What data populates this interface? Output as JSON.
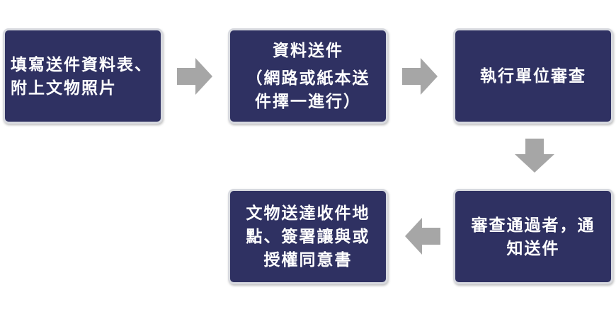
{
  "steps": [
    {
      "id": "fill-form",
      "lines": [
        "填寫送件資料表、",
        "附上文物照片"
      ]
    },
    {
      "id": "submit",
      "lines": [
        "資料送件",
        "（網路或紙本送",
        "件擇一進行）"
      ]
    },
    {
      "id": "review",
      "lines": [
        "執行單位審查"
      ]
    },
    {
      "id": "notify",
      "lines": [
        "審查通過者，通",
        "知送件"
      ]
    },
    {
      "id": "deliver",
      "lines": [
        "文物送達收件地",
        "點、簽署讓與或",
        "授權同意書"
      ]
    }
  ],
  "colors": {
    "box_fill": "#2f3162",
    "box_border": "#d7d9df",
    "arrow": "#a6a6a6",
    "text": "#ffffff"
  },
  "icons": {
    "right": "arrow-right-icon",
    "down": "arrow-down-icon",
    "left": "arrow-left-icon"
  }
}
